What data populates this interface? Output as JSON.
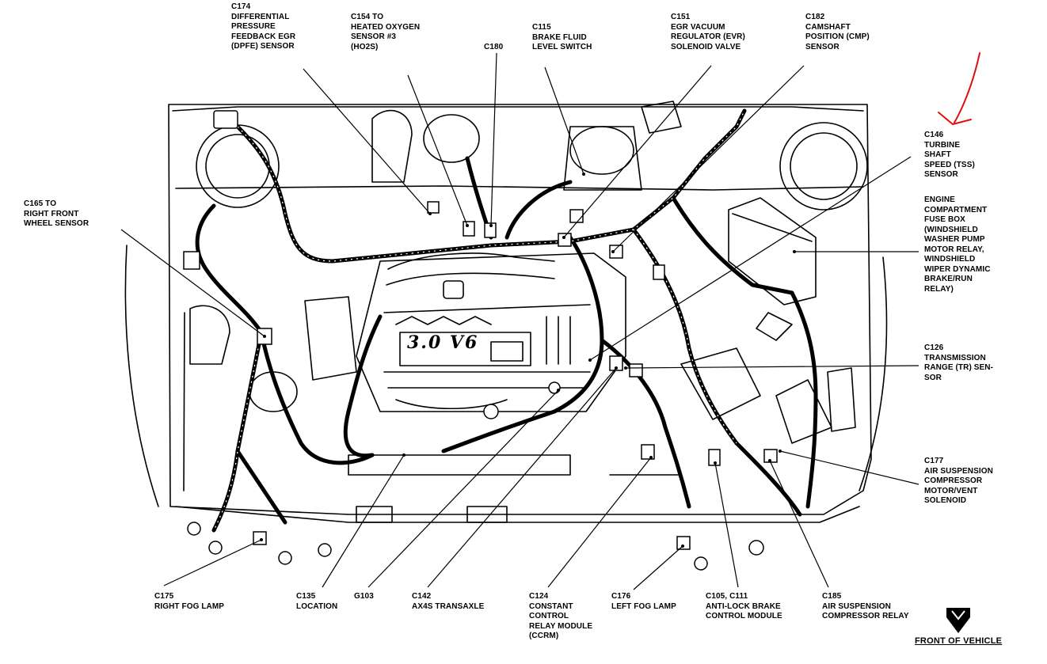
{
  "engine_badge": "3.0 V6",
  "front_of_vehicle": "FRONT OF VEHICLE",
  "colors": {
    "ink": "#000000",
    "annotation_arrow": "#e01010"
  },
  "callouts": {
    "c174": "C174\nDIFFERENTIAL\nPRESSURE\nFEEDBACK EGR\n(DPFE) SENSOR",
    "c154": "C154 TO\nHEATED OXYGEN\nSENSOR #3\n(HO2S)",
    "c180": "C180",
    "c115": "C115\nBRAKE FLUID\nLEVEL SWITCH",
    "c151": "C151\nEGR VACUUM\nREGULATOR (EVR)\nSOLENOID VALVE",
    "c182": "C182\nCAMSHAFT\nPOSITION (CMP)\nSENSOR",
    "c146": "C146\nTURBINE\nSHAFT\nSPEED (TSS)\nSENSOR",
    "fusebox": "ENGINE\nCOMPARTMENT\nFUSE BOX\n(WINDSHIELD\nWASHER PUMP\nMOTOR RELAY,\nWINDSHIELD\nWIPER DYNAMIC\nBRAKE/RUN\nRELAY)",
    "c165": "C165 TO\nRIGHT FRONT\nWHEEL SENSOR",
    "c126": "C126\nTRANSMISSION\nRANGE (TR) SEN-\nSOR",
    "c177": "C177\nAIR SUSPENSION\nCOMPRESSOR\nMOTOR/VENT\nSOLENOID",
    "c175": "C175\nRIGHT FOG LAMP",
    "c135": "C135\nLOCATION",
    "g103": "G103",
    "c142": "C142\nAX4S TRANSAXLE",
    "c124": "C124\nCONSTANT\nCONTROL\nRELAY MODULE\n(CCRM)",
    "c176": "C176\nLEFT FOG LAMP",
    "c105": "C105, C111\nANTI-LOCK BRAKE\nCONTROL MODULE",
    "c185": "C185\nAIR SUSPENSION\nCOMPRESSOR RELAY"
  }
}
